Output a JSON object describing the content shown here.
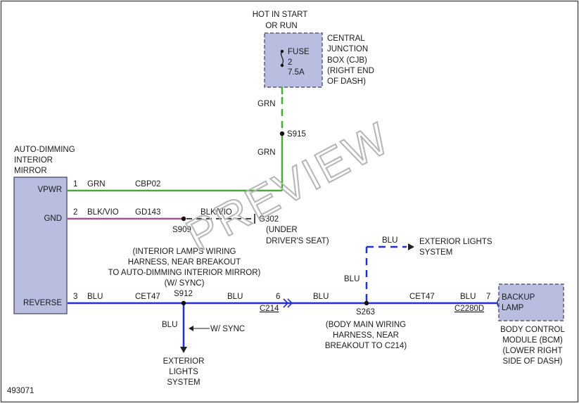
{
  "colors": {
    "green": "#4aa83a",
    "blue": "#1f2fd0",
    "purple": "#a0549a",
    "dark": "#444444",
    "box_fill": "#b9bee0",
    "box_stroke": "#5a5f7a"
  },
  "top": {
    "supply_label": [
      "HOT IN START",
      "OR RUN"
    ],
    "fuse": {
      "label": "FUSE",
      "number": "2",
      "rating": "7.5A"
    },
    "junction_box": [
      "CENTRAL",
      "JUNCTION",
      "BOX (CJB)",
      "(RIGHT END",
      "OF DASH)"
    ],
    "wire_color_upper": "GRN",
    "splice": "S915",
    "wire_color_lower": "GRN"
  },
  "mirror": {
    "title": [
      "AUTO-DIMMING",
      "INTERIOR",
      "MIRROR"
    ],
    "pins": [
      {
        "name": "VPWR",
        "num": "1"
      },
      {
        "name": "GND",
        "num": "2"
      },
      {
        "name": "REVERSE",
        "num": "3"
      }
    ]
  },
  "vpwr_wire": {
    "color": "GRN",
    "circuit": "CBP02"
  },
  "gnd_wire": {
    "color": "BLK/VIO",
    "circuit": "GD143",
    "color_after": "BLK/VIO",
    "ground": "G302",
    "ground_location": [
      "(UNDER",
      "DRIVER'S SEAT)"
    ],
    "splice": "S909"
  },
  "s912": {
    "name": "S912",
    "description": [
      "(INTERIOR LAMPS WIRING",
      "HARNESS, NEAR BREAKOUT",
      "TO AUTO-DIMMING INTERIOR MIRROR)",
      "(W/ SYNC)"
    ]
  },
  "reverse_wire": {
    "color": "BLU",
    "circuit": "CET47",
    "color_2": "BLU"
  },
  "c214": {
    "pin": "6",
    "name": "C214",
    "color_after": "BLU"
  },
  "branch_down": {
    "color": "BLU",
    "note": "W/ SYNC",
    "dest": [
      "EXTERIOR",
      "LIGHTS",
      "SYSTEM"
    ]
  },
  "s263": {
    "name": "S263",
    "description": [
      "(BODY MAIN WIRING",
      "HARNESS, NEAR",
      "BREAKOUT TO C214)"
    ],
    "branch_color": "BLU",
    "branch_color_top": "BLU",
    "branch_dest": [
      "EXTERIOR LIGHTS",
      "SYSTEM"
    ]
  },
  "right_wire": {
    "circuit": "CET47",
    "color": "BLU",
    "pin": "7",
    "connector": "C2280D"
  },
  "bcm": {
    "inner": [
      "BACKUP",
      "LAMP"
    ],
    "title": [
      "BODY CONTROL",
      "MODULE (BCM)",
      "(LOWER RIGHT",
      "SIDE OF DASH)"
    ]
  },
  "figure_id": "493071",
  "watermark": "PREVIEW"
}
